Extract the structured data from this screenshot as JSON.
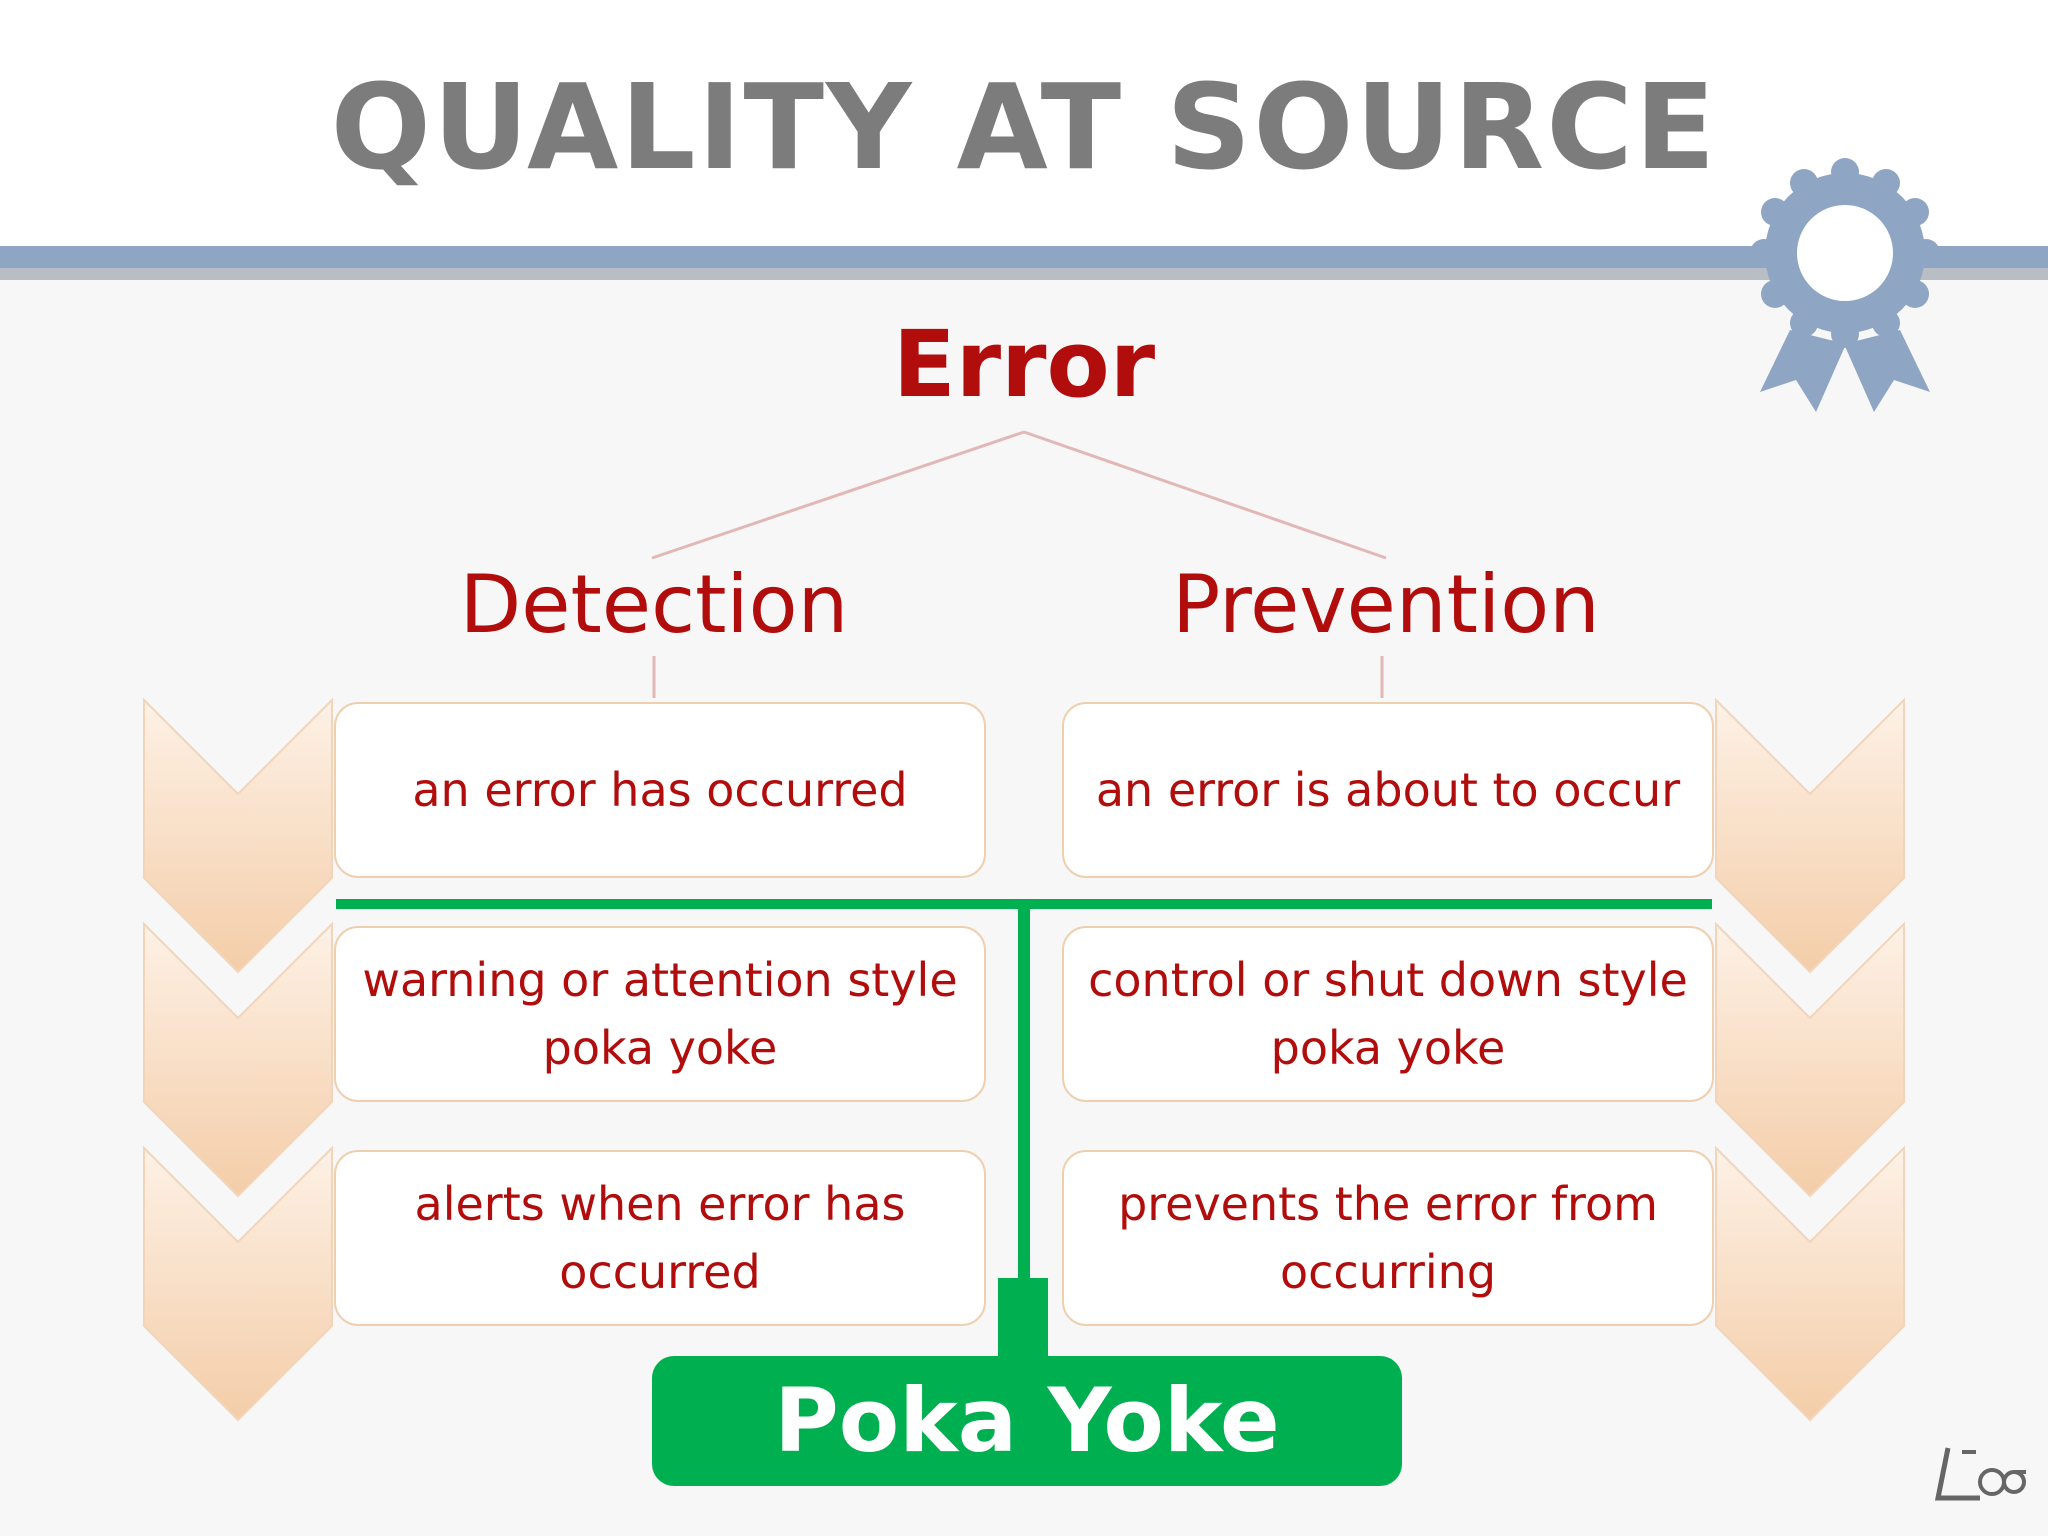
{
  "slide": {
    "title": "QUALITY AT SOURCE"
  },
  "diagram": {
    "root": "Error",
    "branches": {
      "detection": {
        "title": "Detection",
        "items": [
          "an error has occurred",
          "warning or attention style poka yoke",
          "alerts when error has occurred"
        ]
      },
      "prevention": {
        "title": "Prevention",
        "items": [
          "an error is about to occur",
          "control or shut down style poka yoke",
          "prevents the error from occurring"
        ]
      }
    },
    "result": "Poka Yoke"
  },
  "colors": {
    "title_gray": "#7c7c7c",
    "accent_red": "#b10d0d",
    "accent_green": "#00b050",
    "band_blue": "#8fa5c4",
    "chevron_peach": "#f6d6b4"
  },
  "icons": {
    "badge": "award-ribbon-icon",
    "logo": "l6-sigma-logo"
  }
}
